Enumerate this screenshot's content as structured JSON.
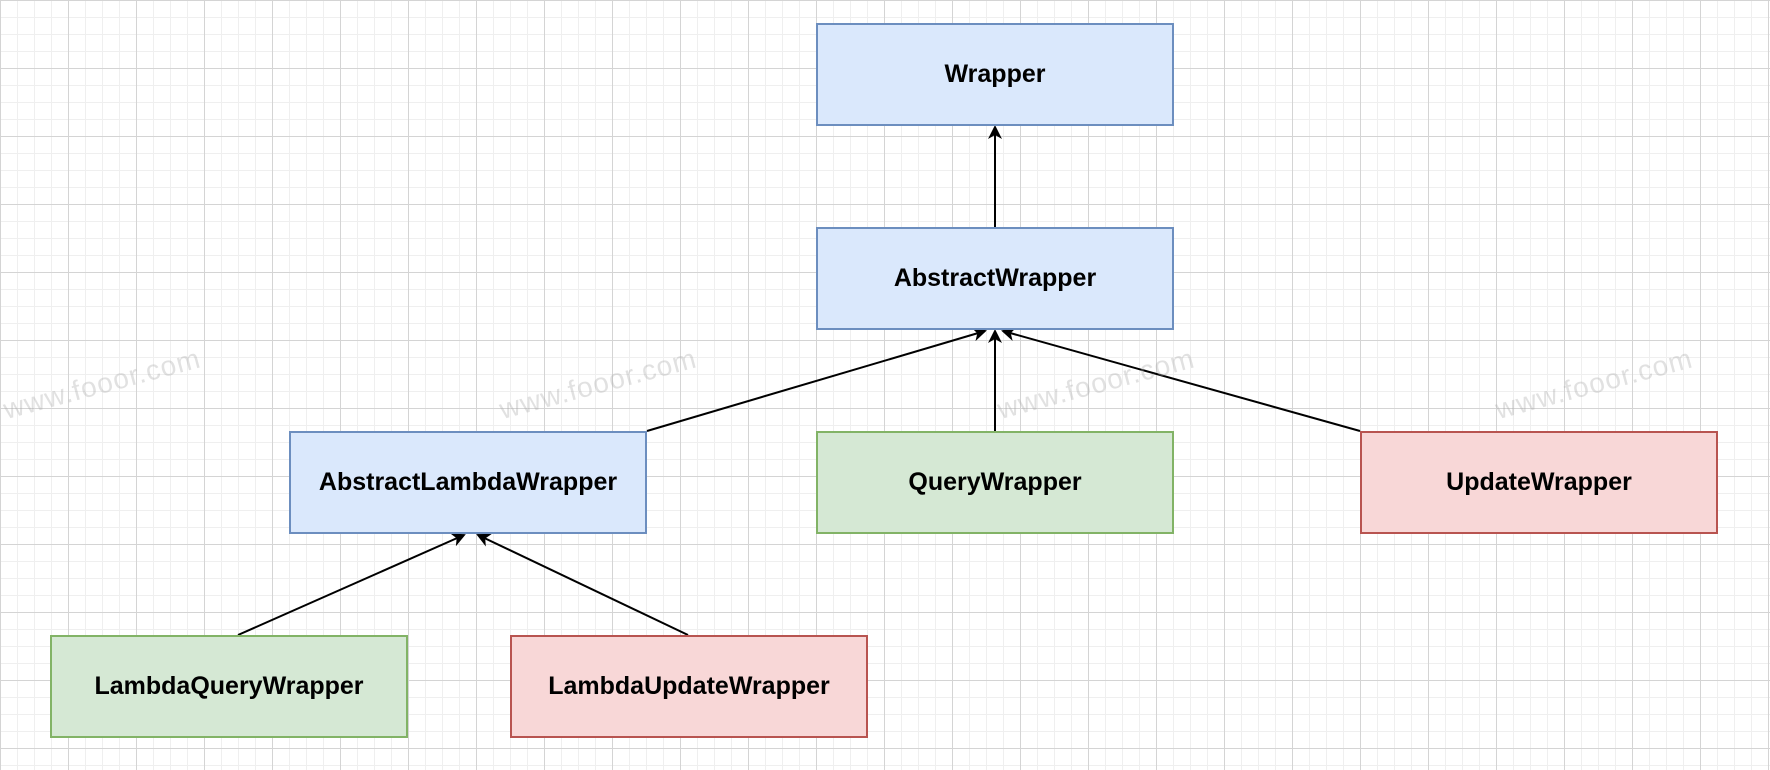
{
  "diagram": {
    "type": "class-inheritance",
    "nodes": [
      {
        "id": "wrapper",
        "label": "Wrapper",
        "color": "#dae8fc"
      },
      {
        "id": "abstract_wrapper",
        "label": "AbstractWrapper",
        "color": "#dae8fc"
      },
      {
        "id": "abstract_lambda_wrapper",
        "label": "AbstractLambdaWrapper",
        "color": "#dae8fc"
      },
      {
        "id": "query_wrapper",
        "label": "QueryWrapper",
        "color": "#d5e8d4"
      },
      {
        "id": "update_wrapper",
        "label": "UpdateWrapper",
        "color": "#f8cecc"
      },
      {
        "id": "lambda_query_wrapper",
        "label": "LambdaQueryWrapper",
        "color": "#d5e8d4"
      },
      {
        "id": "lambda_update_wrapper",
        "label": "LambdaUpdateWrapper",
        "color": "#f8cecc"
      }
    ],
    "edges": [
      {
        "from": "abstract_wrapper",
        "to": "wrapper"
      },
      {
        "from": "abstract_lambda_wrapper",
        "to": "abstract_wrapper"
      },
      {
        "from": "query_wrapper",
        "to": "abstract_wrapper"
      },
      {
        "from": "update_wrapper",
        "to": "abstract_wrapper"
      },
      {
        "from": "lambda_query_wrapper",
        "to": "abstract_lambda_wrapper"
      },
      {
        "from": "lambda_update_wrapper",
        "to": "abstract_lambda_wrapper"
      }
    ]
  },
  "watermark": "www.fooor.com"
}
